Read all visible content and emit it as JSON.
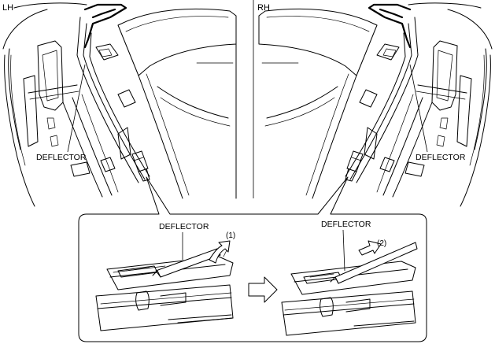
{
  "labels": {
    "lh": "LH",
    "rh": "RH",
    "deflector_lh": "DEFLECTOR",
    "deflector_rh": "DEFLECTOR",
    "deflector_step1": "DEFLECTOR",
    "deflector_step2": "DEFLECTOR",
    "step1": "(1)",
    "step2": "(2)"
  }
}
